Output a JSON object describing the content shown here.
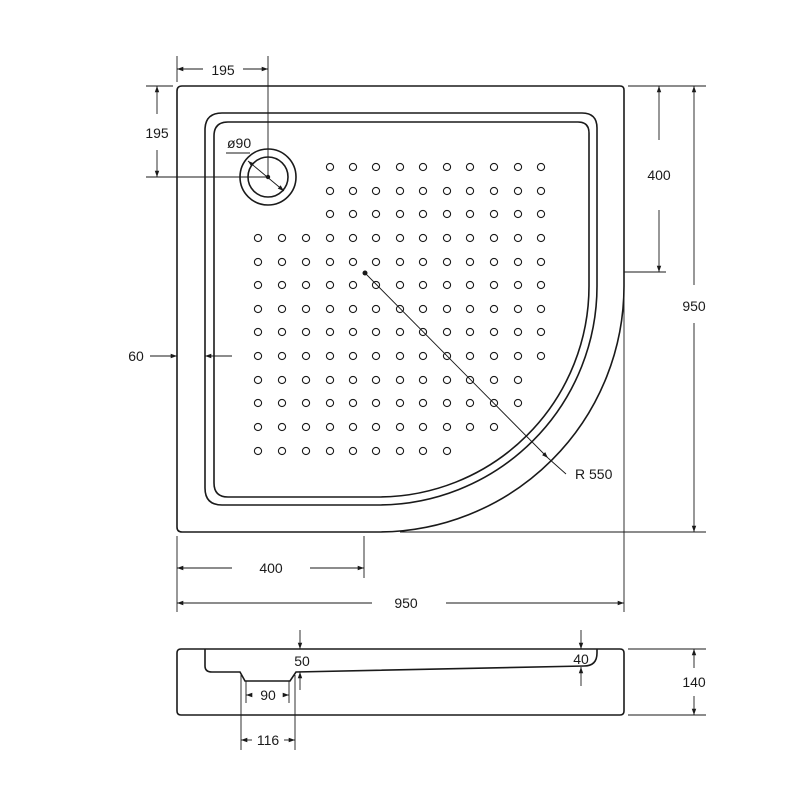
{
  "top_view": {
    "dim_drain_x": "195",
    "dim_drain_y": "195",
    "dim_drain_diameter": "ø90",
    "dim_straight_side_right": "400",
    "dim_overall_height": "950",
    "dim_rim_width": "60",
    "dim_radius": "R 550",
    "dim_straight_side_bottom": "400",
    "dim_overall_width": "950"
  },
  "side_view": {
    "dim_depth_left": "50",
    "dim_depth_right": "40",
    "dim_drain_bore": "90",
    "dim_drain_outer": "116",
    "dim_total_height": "140"
  }
}
